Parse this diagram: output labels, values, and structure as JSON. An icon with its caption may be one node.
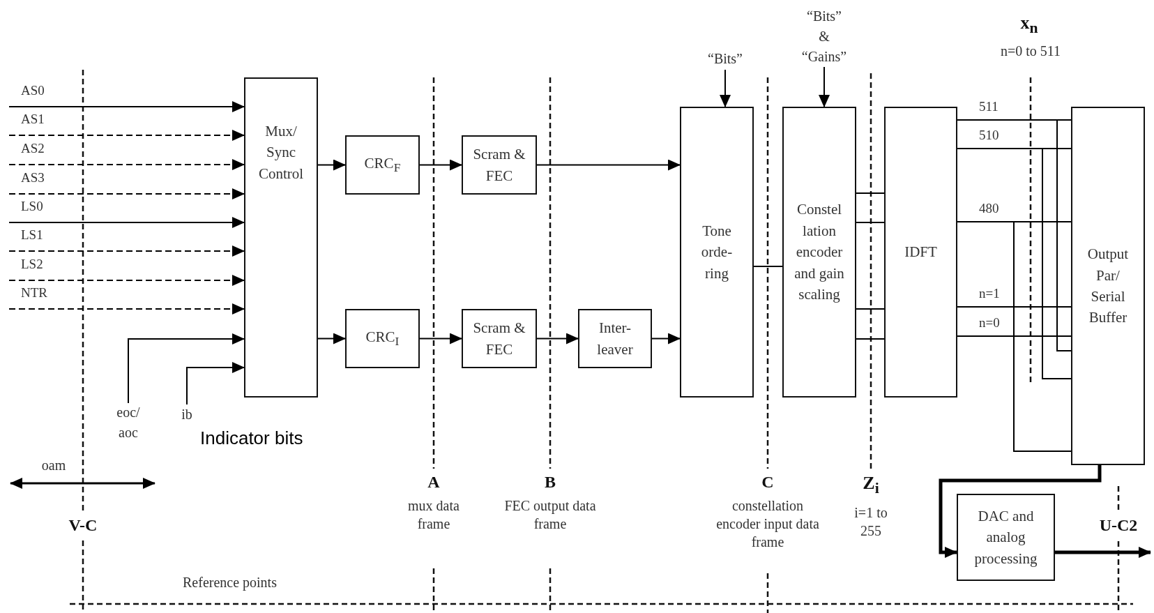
{
  "diagram": {
    "nodes": [
      {
        "text": [
          "Mux/ Sync Control"
        ]
      },
      {
        "text": [
          "CRC$_{F}$"
        ]
      },
      {
        "text": [
          "Scram & FEC"
        ]
      },
      {
        "text": [
          "CRC$_{I}$"
        ]
      },
      {
        "text": [
          "Scram & FEC"
        ]
      },
      {
        "text": [
          "Inter- leaver"
        ]
      },
      {
        "text": [
          "“Bits”"
        ]
      },
      {
        "text": [
          "“Bits” & “Gains”"
        ]
      },
      {
        "text": [
          "Tone orde- ring"
        ]
      },
      {
        "text": [
          "Constel lation encoder and gain scaling"
        ]
      },
      {
        "text": [
          "IDFT"
        ]
      },
      {
        "text": [
          "Output Par/ Serial Buffer"
        ]
      },
      {
        "text": [
          "DAC and analog processing"
        ]
      },
      {
        "text": [
          "eoc/ aoc"
        ]
      },
      {
        "text": [
          "ib"
        ]
      }
    ],
    "edges": [
      {
        "from": null,
        "to": 0,
        "arrow": "to",
        "label": "AS0"
      },
      {
        "from": null,
        "to": 0,
        "arrow": "to",
        "label": "AS1",
        "style": "dashed"
      },
      {
        "from": null,
        "to": 0,
        "arrow": "to",
        "label": "AS2",
        "style": "dashed"
      },
      {
        "from": null,
        "to": 0,
        "arrow": "to",
        "label": "AS3",
        "style": "dashed"
      },
      {
        "from": null,
        "to": 0,
        "arrow": "to",
        "label": "LS0"
      },
      {
        "from": null,
        "to": 0,
        "arrow": "to",
        "label": "LS1",
        "style": "dashed"
      },
      {
        "from": null,
        "to": 0,
        "arrow": "to",
        "label": "LS2",
        "style": "dashed"
      },
      {
        "from": null,
        "to": 0,
        "arrow": "to",
        "label": "NTR",
        "style": "dashed"
      },
      {
        "from": 13,
        "to": 0,
        "arrow": "to"
      },
      {
        "from": 14,
        "to": 0,
        "arrow": "to"
      },
      {
        "from": 0,
        "to": 1,
        "arrow": "to"
      },
      {
        "from": 0,
        "to": 3,
        "arrow": "to"
      },
      {
        "from": 1,
        "to": 2,
        "arrow": "to"
      },
      {
        "from": 3,
        "to": 4,
        "arrow": "to"
      },
      {
        "from": 2,
        "to": 8,
        "arrow": "to"
      },
      {
        "from": 4,
        "to": 5,
        "arrow": "to"
      },
      {
        "from": 5,
        "to": 8,
        "arrow": "to"
      },
      {
        "from": 6,
        "to": 8,
        "arrow": "to"
      },
      {
        "from": 7,
        "to": 9,
        "arrow": "to"
      },
      {
        "from": 8,
        "to": 9,
        "arrow": "none"
      },
      {
        "from": 9,
        "to": 10,
        "arrow": "none"
      },
      {
        "from": 9,
        "to": 10,
        "arrow": "none"
      },
      {
        "from": 9,
        "to": 10,
        "arrow": "none"
      },
      {
        "from": 9,
        "to": 10,
        "arrow": "none"
      },
      {
        "from": 10,
        "to": 11,
        "arrow": "none",
        "label": "511"
      },
      {
        "from": 10,
        "to": 11,
        "arrow": "none",
        "label": "510"
      },
      {
        "from": 10,
        "to": 11,
        "arrow": "none",
        "label": "480"
      },
      {
        "from": 10,
        "to": 11,
        "arrow": "none",
        "label": "n=1"
      },
      {
        "from": 10,
        "to": 11,
        "arrow": "none",
        "label": "n=0"
      },
      {
        "from": 11,
        "to": 12,
        "arrow": "to",
        "style": "thick"
      },
      {
        "from": 12,
        "to": null,
        "arrow": "to",
        "style": "thick"
      }
    ],
    "labels": [
      "x$_{n}$",
      "n=0 to 511",
      "Indicator bits",
      "oam",
      "A",
      "mux data frame",
      "B",
      "FEC output data frame",
      "C",
      "constellation encoder input data frame",
      "Z$_{i}$",
      "i=1 to 255",
      "V-C",
      "U-C2",
      "Reference points"
    ]
  }
}
